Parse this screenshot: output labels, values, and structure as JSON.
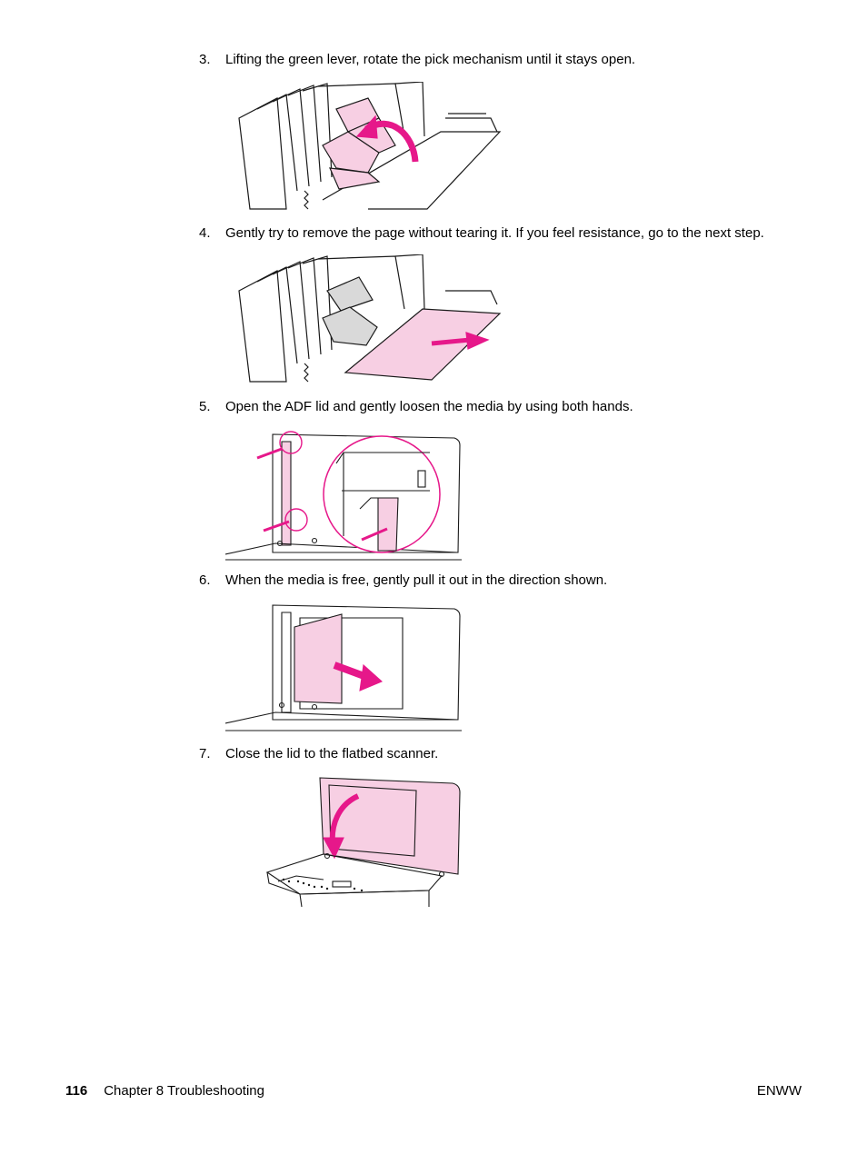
{
  "steps": [
    {
      "number": "3.",
      "text": "Lifting the green lever, rotate the pick mechanism until it stays open."
    },
    {
      "number": "4.",
      "text": "Gently try to remove the page without tearing it. If you feel resistance, go to the next step."
    },
    {
      "number": "5.",
      "text": "Open the ADF lid and gently loosen the media by using both hands."
    },
    {
      "number": "6.",
      "text": "When the media is free, gently pull it out in the direction shown."
    },
    {
      "number": "7.",
      "text": "Close the lid to the flatbed scanner."
    }
  ],
  "footer": {
    "page_number": "116",
    "chapter": "Chapter 8  Troubleshooting",
    "right_label": "ENWW"
  },
  "colors": {
    "highlight_fill": "#f7cfe3",
    "accent_magenta": "#e6188a",
    "line": "#1a1a1a"
  }
}
